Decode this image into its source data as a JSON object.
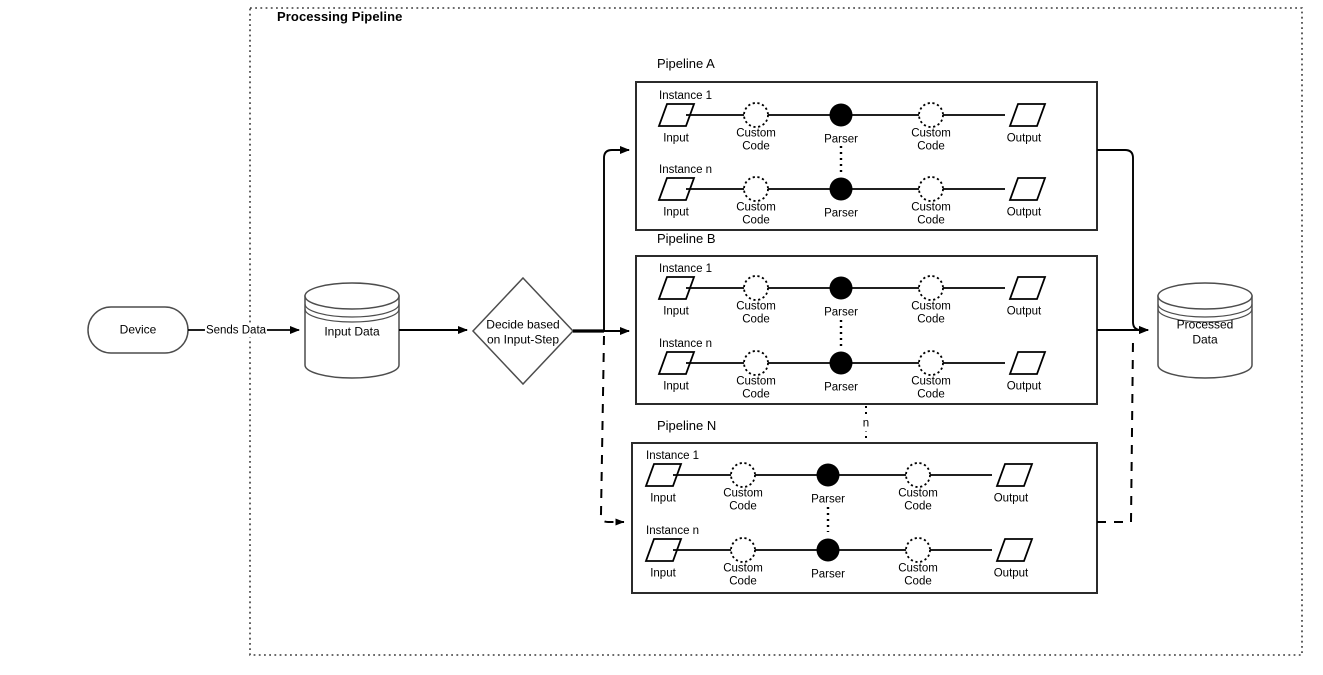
{
  "diagram": {
    "title": "Processing Pipeline",
    "outer_boundary_style": "dotted",
    "colors": {
      "stroke": "#000000",
      "cylinder_stroke": "#4d4d4d",
      "box_stroke": "#2b2b2b",
      "background": "#ffffff",
      "text": "#000000"
    }
  },
  "source": {
    "device_label": "Device",
    "sends_data_label": "Sends Data",
    "input_store_label": "Input Data",
    "decision_label_line1": "Decide based",
    "decision_label_line2": "on Input-Step"
  },
  "sink": {
    "processed_store_label_line1": "Processed",
    "processed_store_label_line2": "Data"
  },
  "between_pipelines_label": "n",
  "node_labels": {
    "input": "Input",
    "custom_code_line1": "Custom",
    "custom_code_line2": "Code",
    "parser": "Parser",
    "output": "Output"
  },
  "pipelines": [
    {
      "name": "Pipeline A",
      "instances": [
        {
          "label": "Instance 1",
          "steps": [
            "Input",
            "Custom Code",
            "Parser",
            "Custom Code",
            "Output"
          ]
        },
        {
          "label": "Instance n",
          "steps": [
            "Input",
            "Custom Code",
            "Parser",
            "Custom Code",
            "Output"
          ]
        }
      ]
    },
    {
      "name": "Pipeline B",
      "instances": [
        {
          "label": "Instance 1",
          "steps": [
            "Input",
            "Custom Code",
            "Parser",
            "Custom Code",
            "Output"
          ]
        },
        {
          "label": "Instance n",
          "steps": [
            "Input",
            "Custom Code",
            "Parser",
            "Custom Code",
            "Output"
          ]
        }
      ]
    },
    {
      "name": "Pipeline N",
      "instances": [
        {
          "label": "Instance 1",
          "steps": [
            "Input",
            "Custom Code",
            "Parser",
            "Custom Code",
            "Output"
          ]
        },
        {
          "label": "Instance n",
          "steps": [
            "Input",
            "Custom Code",
            "Parser",
            "Custom Code",
            "Output"
          ]
        }
      ]
    }
  ],
  "labels": {
    "pa_name": "Pipeline A",
    "pb_name": "Pipeline B",
    "pn_name": "Pipeline N",
    "inst1": "Instance 1",
    "instn": "Instance n"
  }
}
